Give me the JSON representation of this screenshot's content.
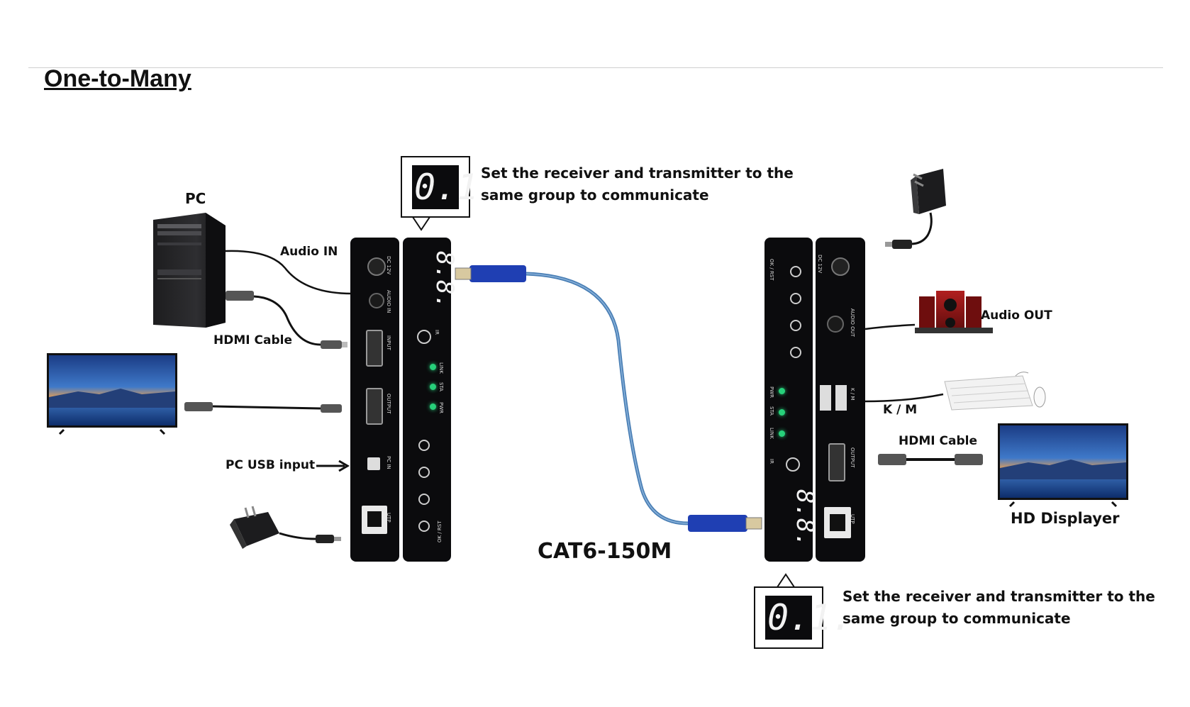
{
  "title": "One-to-Many",
  "labels": {
    "pc": "PC",
    "audio_in": "Audio IN",
    "hdmi_cable_left": "HDMI Cable",
    "pc_usb_input": "PC USB  input",
    "cable": "CAT6-150M",
    "audio_out": "Audio OUT",
    "km": "K / M",
    "hdmi_cable_right": "HDMI Cable",
    "hd_displayer": "HD Displayer"
  },
  "notes": {
    "top": [
      "Set the receiver and transmitter to the",
      "same group to communicate"
    ],
    "bottom": [
      "Set the receiver and transmitter to the",
      "same group to communicate"
    ]
  },
  "group_display": "0.1.",
  "device_display": "8.8.",
  "transmitter": {
    "back_ports": [
      "DC 12V",
      "AUDIO IN",
      "INPUT",
      "OUTPUT",
      "PC IN",
      "UTP"
    ],
    "front_controls": [
      "IR",
      "LINK",
      "STA",
      "PWR",
      "OK / RST"
    ]
  },
  "receiver": {
    "front_controls": [
      "OK / RST",
      "PWR",
      "STA",
      "LINK",
      "IR"
    ],
    "back_ports": [
      "DC 12V",
      "AUDIO OUT",
      "K / M",
      "OUTPUT",
      "UTP"
    ]
  },
  "colors": {
    "cable_blue": "#4a7fb5",
    "connector_blue": "#1f3fb3",
    "led_green": "#27d07a",
    "panel_black": "#0b0b0d"
  }
}
